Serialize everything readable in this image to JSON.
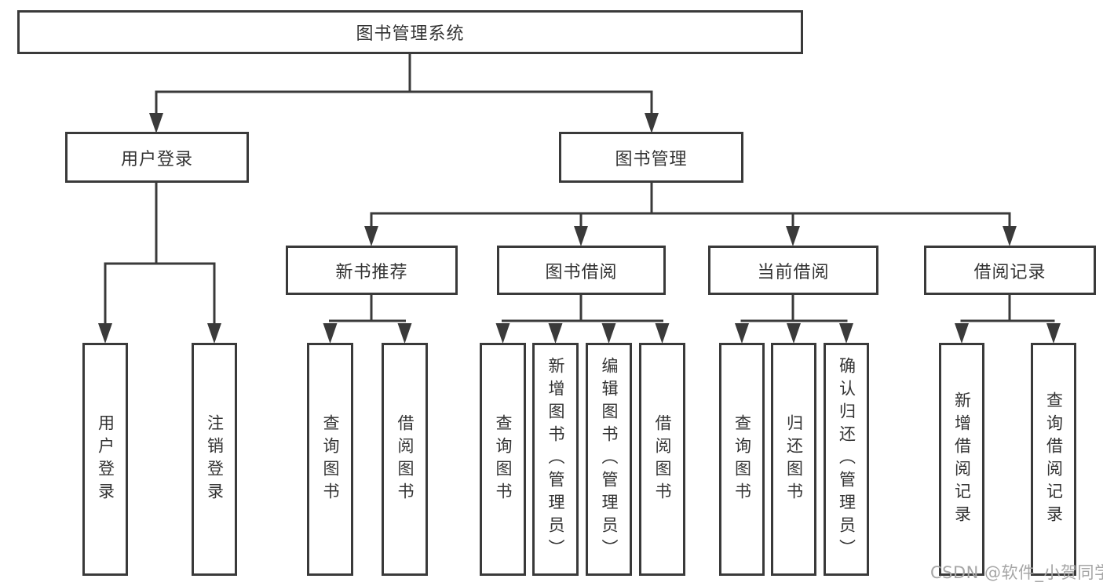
{
  "diagram": {
    "root": {
      "label": "图书管理系统"
    },
    "branches": [
      {
        "label": "用户登录",
        "children": [
          {
            "label": "用户登录"
          },
          {
            "label": "注销登录"
          }
        ]
      },
      {
        "label": "图书管理",
        "children": [
          {
            "label": "新书推荐",
            "children": [
              {
                "label": "查询图书"
              },
              {
                "label": "借阅图书"
              }
            ]
          },
          {
            "label": "图书借阅",
            "children": [
              {
                "label": "查询图书"
              },
              {
                "label": "新增图书（管理员）"
              },
              {
                "label": "编辑图书（管理员）"
              },
              {
                "label": "借阅图书"
              }
            ]
          },
          {
            "label": "当前借阅",
            "children": [
              {
                "label": "查询图书"
              },
              {
                "label": "归还图书"
              },
              {
                "label": "确认归还（管理员）"
              }
            ]
          },
          {
            "label": "借阅记录",
            "children": [
              {
                "label": "新增借阅记录"
              },
              {
                "label": "查询借阅记录"
              }
            ]
          }
        ]
      }
    ],
    "watermark": {
      "text": "CSDN @软件_小贺同学"
    },
    "colors": {
      "line": "#3a3a3a",
      "text": "#333333",
      "box_background": "#ffffff",
      "watermark": "#a6a6a6",
      "background": "#ffffff"
    }
  }
}
